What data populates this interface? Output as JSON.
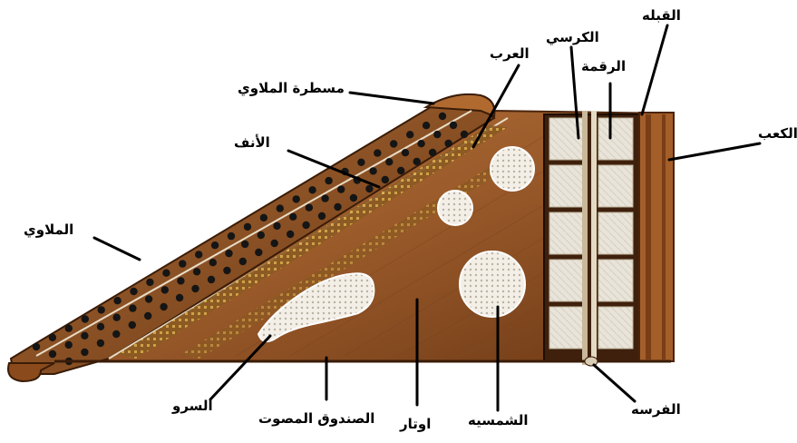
{
  "diagram": {
    "labels": {
      "qibla": "القبله",
      "kursi": "الكرسي",
      "raqma": "الرقمة",
      "arab": "العرب",
      "masatara": "مسطرة الملاوي",
      "kaab": "الكعب",
      "anf": "الأنف",
      "malawi": "الملاوي",
      "sarw": "السرو",
      "sunduq": "الصندوق المصوت",
      "awtar": "اوتار",
      "shamsiya": "الشمسيه",
      "farasa": "الفرسه"
    },
    "colors": {
      "wood_dark": "#5a2f12",
      "wood_mid": "#9a5a2a",
      "wood_light": "#c0824a",
      "skin": "#e9e4da",
      "rosette": "#f2eee6",
      "tuning_pin": "#1a1a1a",
      "leader": "#000000"
    }
  }
}
